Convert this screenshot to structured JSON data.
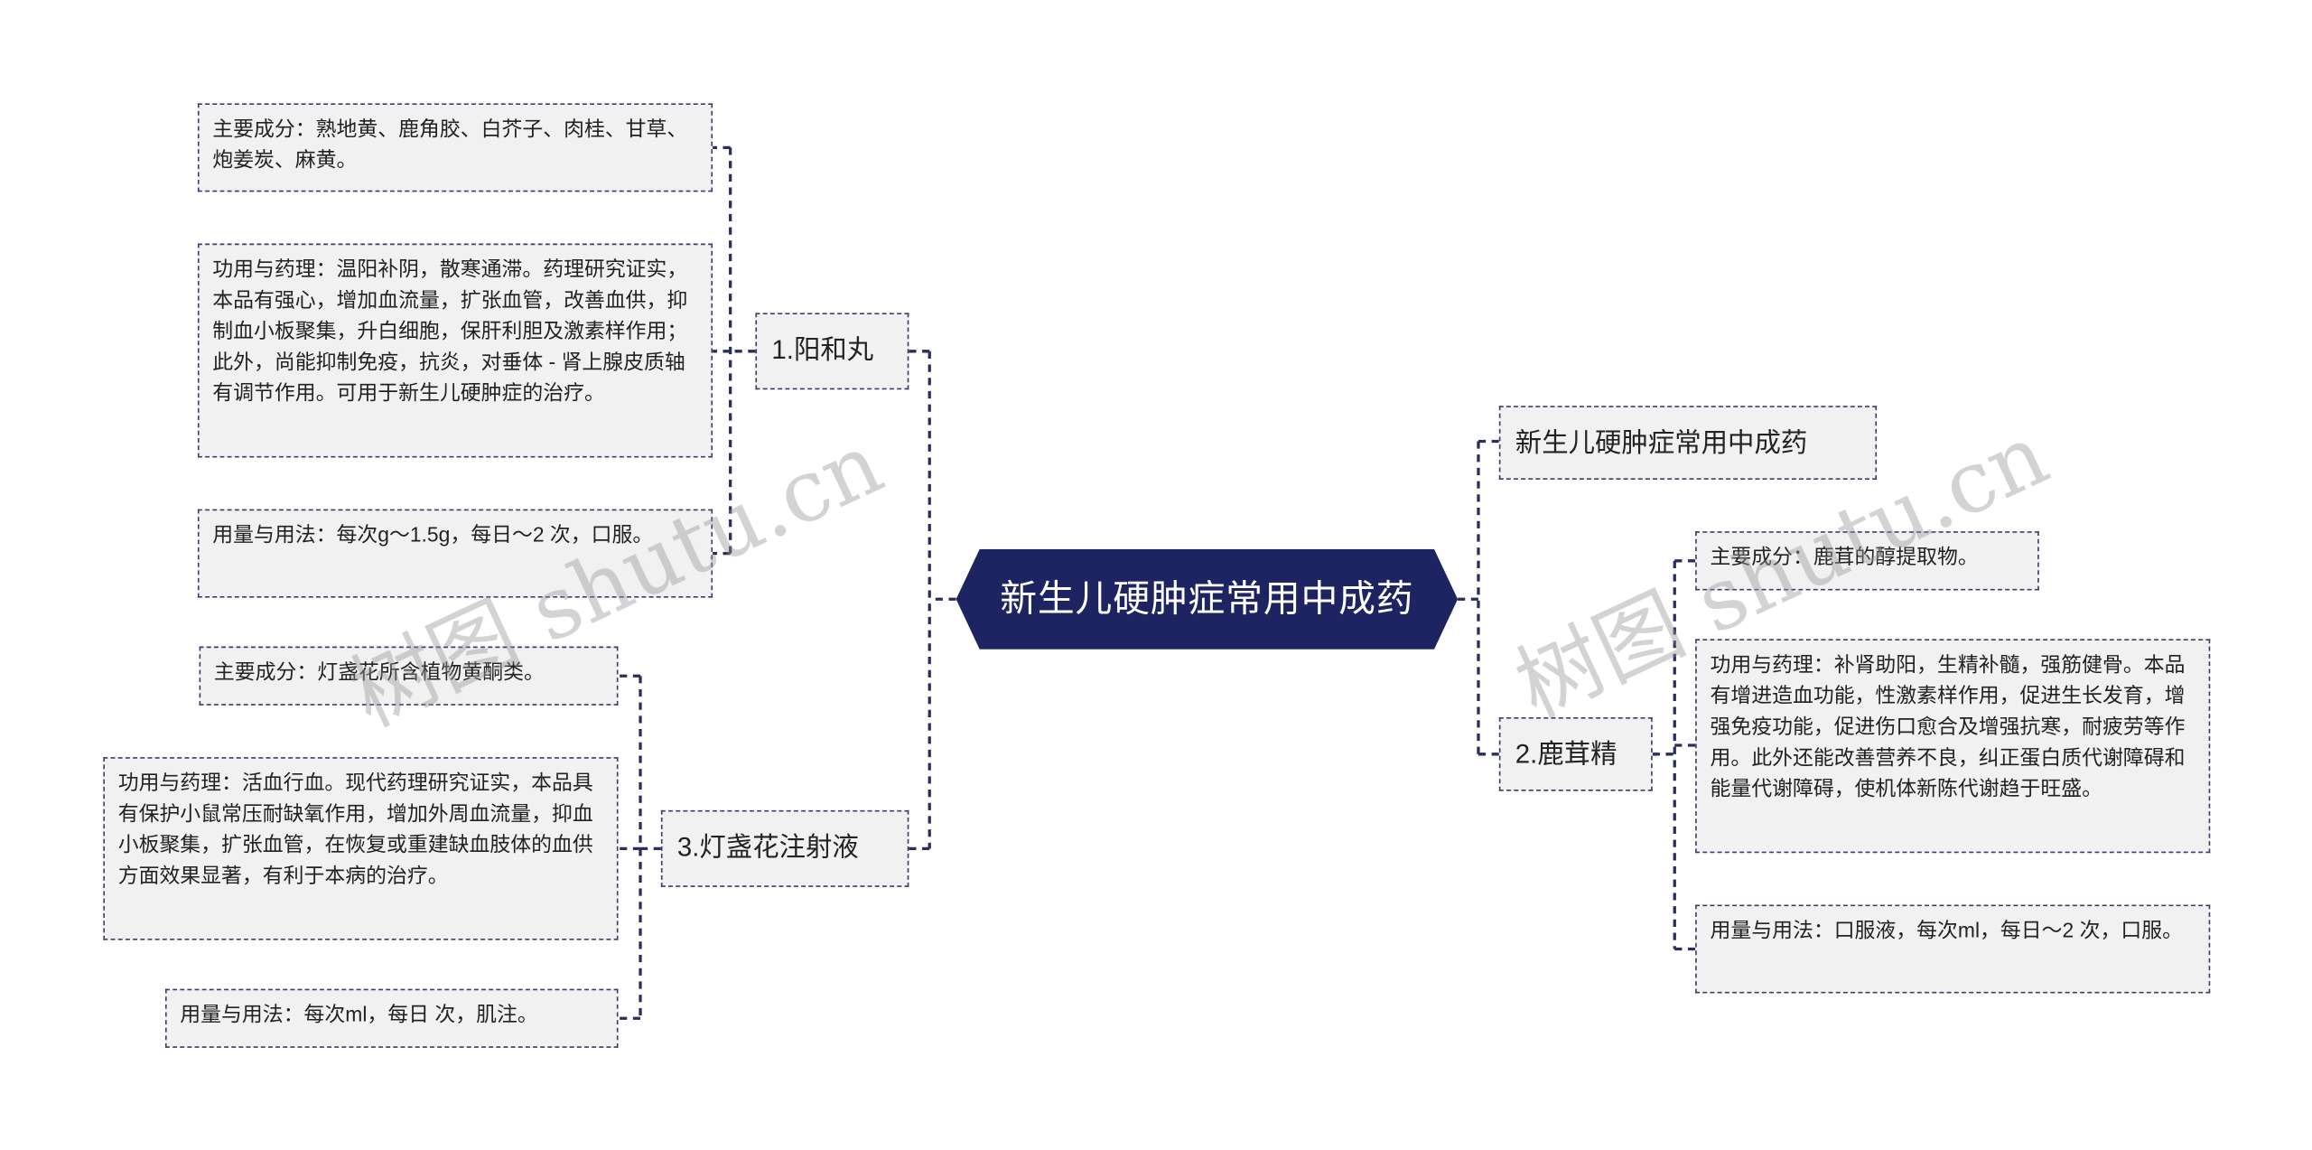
{
  "root": {
    "title": "新生儿硬肿症常用中成药"
  },
  "right_title": "新生儿硬肿症常用中成药",
  "branches": {
    "b1": {
      "label": "1.阳和丸",
      "composition": "主要成分：熟地黄、鹿角胶、白芥子、肉桂、甘草、炮姜炭、麻黄。",
      "function": "功用与药理：温阳补阴，散寒通滞。药理研究证实，本品有强心，增加血流量，扩张血管，改善血供，抑制血小板聚集，升白细胞，保肝利胆及激素样作用；此外，尚能抑制免疫，抗炎，对垂体 - 肾上腺皮质轴有调节作用。可用于新生儿硬肿症的治疗。",
      "dosage": "用量与用法：每次g～1.5g，每日～2 次，口服。"
    },
    "b3": {
      "label": "3.灯盏花注射液",
      "composition": "主要成分：灯盏花所含植物黄酮类。",
      "function": "功用与药理：活血行血。现代药理研究证实，本品具有保护小鼠常压耐缺氧作用，增加外周血流量，抑血小板聚集，扩张血管，在恢复或重建缺血肢体的血供方面效果显著，有利于本病的治疗。",
      "dosage": "用量与用法：每次ml，每日 次，肌注。"
    },
    "b2": {
      "label": "2.鹿茸精",
      "composition": "主要成分：鹿茸的醇提取物。",
      "function": "功用与药理：补肾助阳，生精补髓，强筋健骨。本品有增进造血功能，性激素样作用，促进生长发育，增强免疫功能，促进伤口愈合及增强抗寒，耐疲劳等作用。此外还能改善营养不良，纠正蛋白质代谢障碍和能量代谢障碍，使机体新陈代谢趋于旺盛。",
      "dosage": "用量与用法：口服液，每次ml，每日～2 次，口服。"
    }
  },
  "watermark": {
    "text_left": "树图 shutu.cn",
    "text_right": "树图 shutu.cn"
  },
  "colors": {
    "root_fill": "#1d2461",
    "connector": "#2a2e5c",
    "node_fill": "#f1f1f1",
    "node_border": "#3b3f66"
  }
}
